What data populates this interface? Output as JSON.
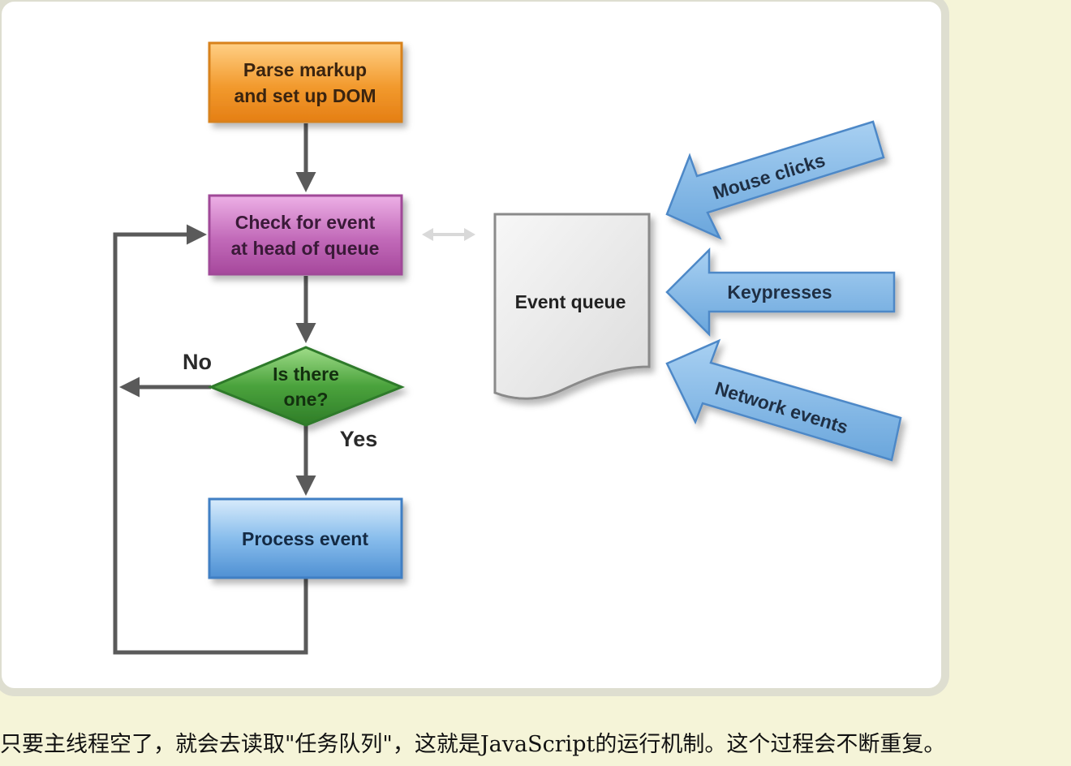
{
  "diagram": {
    "nodes": {
      "parse": [
        "Parse markup",
        "and set up DOM"
      ],
      "check": [
        "Check for event",
        "at head of queue"
      ],
      "decision": [
        "Is there",
        "one?"
      ],
      "process": [
        "Process event"
      ],
      "queue": [
        "Event queue"
      ]
    },
    "edge_labels": {
      "no": "No",
      "yes": "Yes"
    },
    "event_sources": [
      "Mouse clicks",
      "Keypresses",
      "Network events"
    ],
    "colors": {
      "parse": "#f29a2e",
      "check": "#b95ab0",
      "decision": "#4aa23c",
      "process": "#5d9fdc",
      "source_arrow": "#78b0e0",
      "connector": "#5a5a5a"
    }
  },
  "caption": "只要主线程空了，就会去读取\"任务队列\"，这就是JavaScript的运行机制。这个过程会不断重复。"
}
